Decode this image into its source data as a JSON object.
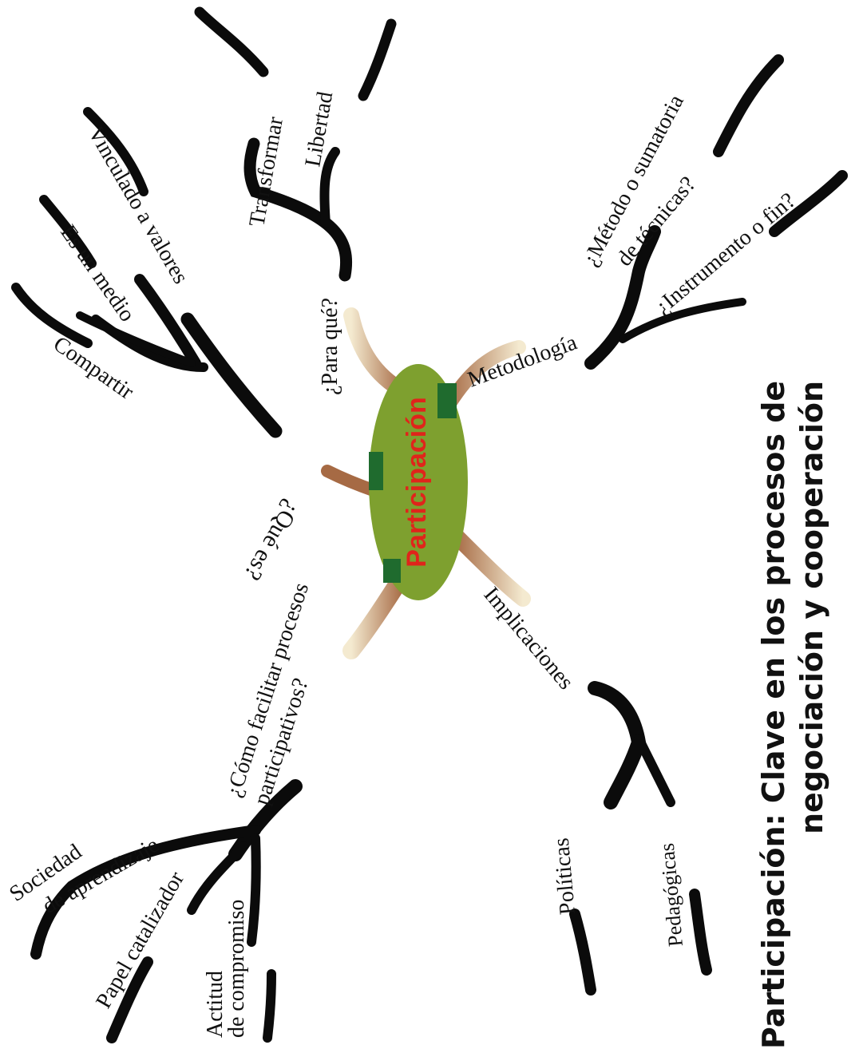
{
  "center": {
    "label": "Participación",
    "fill": "#7ea02f",
    "text_color": "#e0241b",
    "accent": "#1f6b2e"
  },
  "title": {
    "line1": "Participación: Clave en los procesos de",
    "line2": "negociación y cooperación"
  },
  "branches": {
    "para_que": {
      "label": "¿Para qué?",
      "children": [
        "Transformar",
        "Libertad"
      ]
    },
    "que_es": {
      "label": "¿Qué es?",
      "children": [
        "Compartir",
        "Es un medio",
        "Vinculado a valores"
      ]
    },
    "metodologia": {
      "label": "Metodología",
      "children": [
        "¿Método o sumatoria",
        "de técnicas?",
        "¿Instrumento o fin?"
      ]
    },
    "implicaciones": {
      "label": "Implicaciones",
      "children": [
        "Políticas",
        "Pedagógicas"
      ]
    },
    "como_facilitar": {
      "label_line1": "¿Cómo facilitar procesos",
      "label_line2": "participativos?",
      "children": [
        "Sociedad",
        "de aprendizaje",
        "Papel catalizador",
        "Actitud",
        "de compromiso"
      ]
    }
  },
  "colors": {
    "stroke": "#0b0b0b",
    "arm": "#b0744a",
    "arm_light": "#f1e2c3",
    "label_dark_red": "#6e1b1b"
  }
}
